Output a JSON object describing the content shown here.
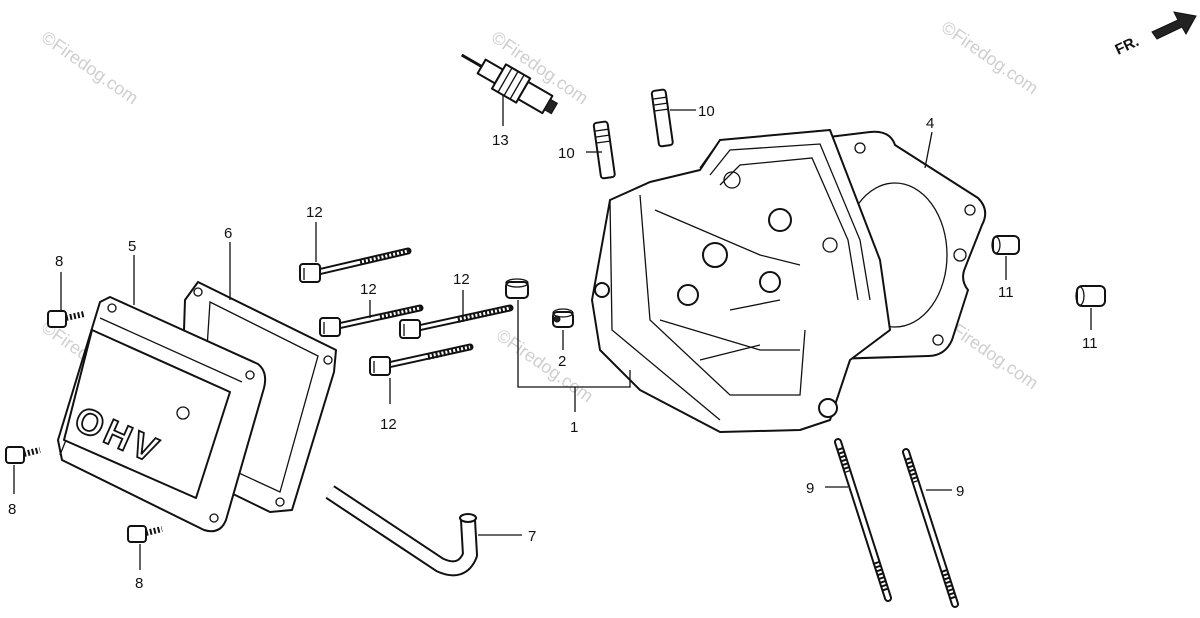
{
  "direction_label": "FR.",
  "watermark": "©Firedog.com",
  "cover_marking": "OHV",
  "callouts": {
    "c1": "1",
    "c2": "2",
    "c4": "4",
    "c5": "5",
    "c6": "6",
    "c7": "7",
    "c8a": "8",
    "c8b": "8",
    "c8c": "8",
    "c9a": "9",
    "c9b": "9",
    "c10a": "10",
    "c10b": "10",
    "c11a": "11",
    "c11b": "11",
    "c12a": "12",
    "c12b": "12",
    "c12c": "12",
    "c12d": "12",
    "c13": "13"
  }
}
